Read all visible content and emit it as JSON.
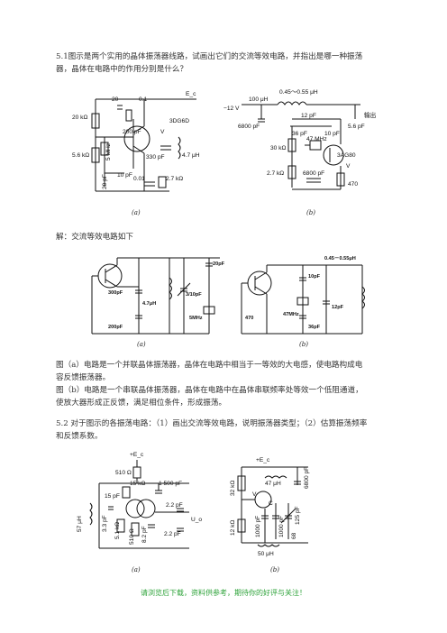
{
  "q1": {
    "line1": "5.1图示是两个实用的晶体振荡器线路，试画出它们的交流等效电路，并指出是哪一种振荡",
    "line2": "器，晶体在电路中的作用分别是什么？"
  },
  "fig1": {
    "a": {
      "caption": "(a)",
      "labels": [
        "E_c",
        "20",
        "0.1",
        "20 kΩ",
        "3DG6D",
        "200 pF",
        "V",
        "5 MHz",
        "5.6 kΩ",
        "330 pF",
        "4.7 μH",
        "20 pF",
        "10 pF",
        "0.01",
        "2.7 kΩ"
      ]
    },
    "b": {
      "caption": "(b)",
      "labels": [
        "0.45～0.55 μH",
        "100 μH",
        "−12 V",
        "6800 pF",
        "12 pF",
        "输出",
        "36 pF",
        "10 pF",
        "5.6 pF",
        "30 kΩ",
        "47 MHz",
        "3AG80",
        "V",
        "2.7 kΩ",
        "6800 pF",
        "470"
      ]
    }
  },
  "answer_intro": "解：交流等效电路如下",
  "fig2": {
    "a": {
      "caption": "(a)",
      "labels": [
        "20pF",
        "300pF",
        "3/10pF",
        "4.7μH",
        "200pF",
        "5MHz"
      ]
    },
    "b": {
      "caption": "(b)",
      "labels": [
        "0.45－0.55μH",
        "10pF",
        "47MHz",
        "36pF",
        "12pF",
        "470"
      ]
    }
  },
  "explain": {
    "a1": "图（a）电路是一个并联晶体振荡器，晶体在电路中相当于一等效的大电感，使电路构成电",
    "a2": "容反馈振荡器。",
    "b1": "图（b）电路是一个串联晶体振荡器，晶体在电路中在晶体串联频率处等效一个低阻通道，",
    "b2": "使放大器形成正反馈，满足相位条件，形成振荡。"
  },
  "q2": {
    "line1": "5.2 对于图示的各振荡电路：（1）画出交流等效电路，说明振荡器类型；（2）估算振荡频率",
    "line2": "和反馈系数。"
  },
  "fig3": {
    "a": {
      "caption": "(a)",
      "labels": [
        "+E_c",
        "510 Ω",
        "15 kΩ",
        "1 500 pF",
        "15 pF",
        "2.2 pF",
        "57 μH",
        "3.3 pF",
        "5.1 kΩ",
        "8.2 pF",
        "U_o",
        "2.2 pF",
        "510 Ω"
      ]
    },
    "b": {
      "caption": "(b)",
      "labels": [
        "+E_c",
        "32 kΩ",
        "47 μH",
        "6800 pF",
        "V",
        "C",
        "1000 pF",
        "1000 pF",
        "12 kΩ",
        "125 pF",
        "68",
        "50 μH"
      ]
    }
  },
  "footer": "请浏览后下载，资料供参考，期待你的好评与关注！"
}
